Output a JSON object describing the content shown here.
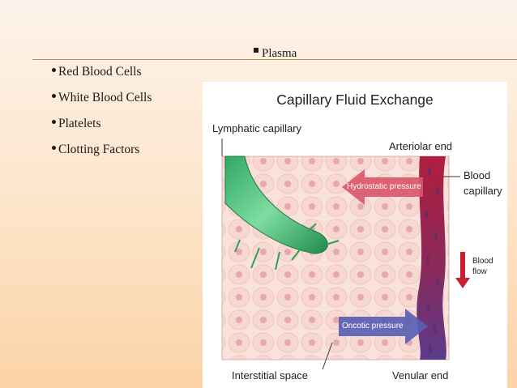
{
  "slide": {
    "heading": "Plasma",
    "bullets": [
      "Red Blood Cells",
      "White Blood Cells",
      "Platelets",
      "Clotting Factors"
    ]
  },
  "figure": {
    "title": "Capillary Fluid Exchange",
    "labels": {
      "lymphatic_capillary": "Lymphatic capillary",
      "arteriolar_end": "Arteriolar end",
      "blood_capillary_line1": "Blood",
      "blood_capillary_line2": "capillary",
      "blood_flow_line1": "Blood",
      "blood_flow_line2": "flow",
      "hydrostatic_pressure": "Hydrostatic pressure",
      "oncotic_pressure": "Oncotic pressure",
      "interstitial_space": "Interstitial space",
      "venular_end": "Venular end"
    },
    "colors": {
      "tissue": "#f7dcd6",
      "cell_nucleus": "#e8a7b4",
      "lymphatic": "#3dbb72",
      "capillary_top": "#b01e3f",
      "capillary_bottom": "#5a3b8c",
      "hydrostatic_arrow": "#d9586b",
      "oncotic_arrow": "#5a5fb4",
      "blood_flow_arrow": "#c8202f"
    }
  }
}
